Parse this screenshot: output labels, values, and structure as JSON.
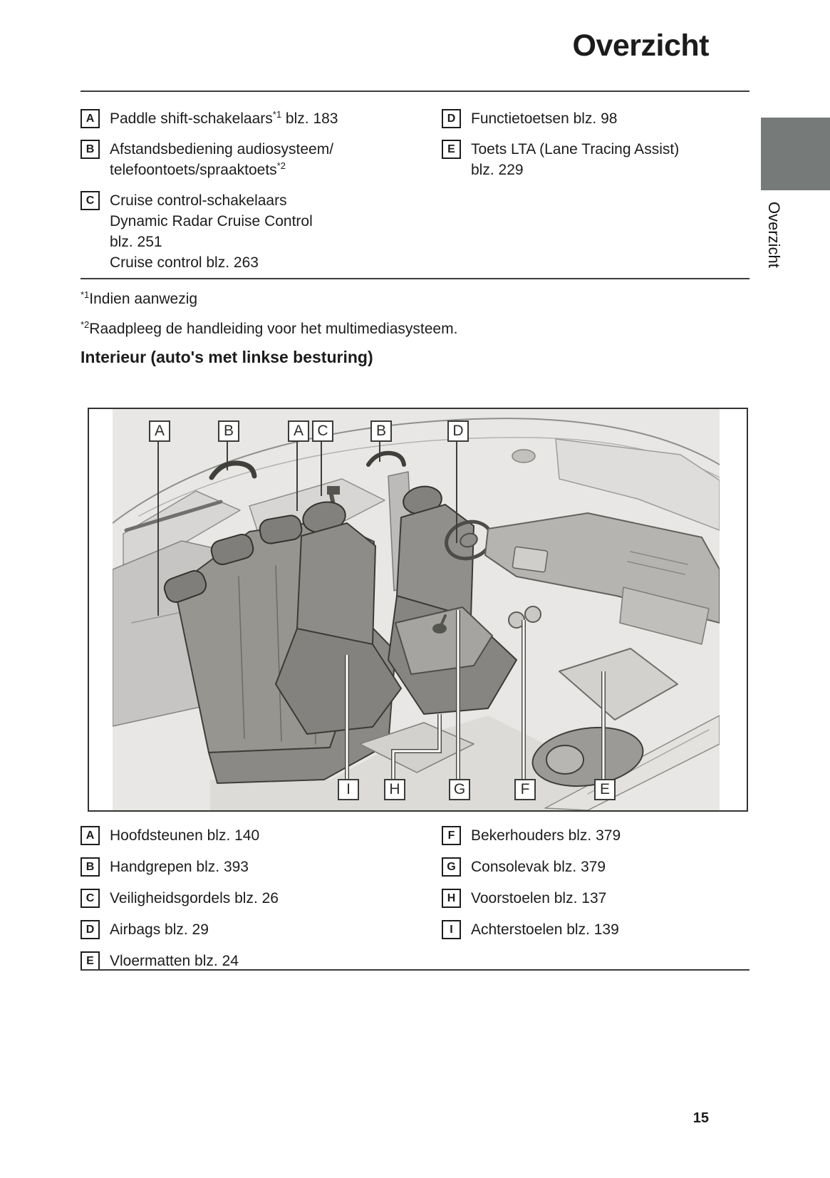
{
  "page": {
    "title": "Overzicht",
    "number": "15"
  },
  "side_tab": {
    "label": "Overzicht",
    "color": "#767a78"
  },
  "top_legend": {
    "left": [
      {
        "letter": "A",
        "lines": [
          [
            {
              "t": "Paddle shift-schakelaars"
            },
            {
              "t": "*1",
              "sup": true
            },
            {
              "t": " blz. 183"
            }
          ]
        ]
      },
      {
        "letter": "B",
        "lines": [
          [
            {
              "t": "Afstandsbediening audiosysteem/"
            }
          ],
          [
            {
              "t": "telefoontoets/spraaktoets"
            },
            {
              "t": "*2",
              "sup": true
            }
          ]
        ]
      },
      {
        "letter": "C",
        "lines": [
          [
            {
              "t": "Cruise control-schakelaars"
            }
          ],
          [
            {
              "t": "Dynamic Radar Cruise Control"
            }
          ],
          [
            {
              "t": "blz. 251"
            }
          ],
          [
            {
              "t": "Cruise control blz. 263"
            }
          ]
        ]
      }
    ],
    "right": [
      {
        "letter": "D",
        "lines": [
          [
            {
              "t": "Functietoetsen blz. 98"
            }
          ]
        ]
      },
      {
        "letter": "E",
        "lines": [
          [
            {
              "t": "Toets LTA (Lane Tracing Assist)"
            }
          ],
          [
            {
              "t": "blz. 229"
            }
          ]
        ]
      }
    ]
  },
  "footnotes": [
    {
      "sup": "*1",
      "text": "Indien aanwezig"
    },
    {
      "sup": "*2",
      "text": "Raadpleeg de handleiding voor het multimediasysteem."
    }
  ],
  "section_heading": "Interieur (auto's met linkse besturing)",
  "diagram": {
    "top_labels": [
      "A",
      "B",
      "A",
      "C",
      "B",
      "D"
    ],
    "bottom_labels": [
      "I",
      "H",
      "G",
      "F",
      "E"
    ]
  },
  "interior_legend": {
    "left": [
      {
        "letter": "A",
        "text": "Hoofdsteunen blz. 140"
      },
      {
        "letter": "B",
        "text": "Handgrepen blz. 393"
      },
      {
        "letter": "C",
        "text": "Veiligheidsgordels blz. 26"
      },
      {
        "letter": "D",
        "text": "Airbags blz. 29"
      },
      {
        "letter": "E",
        "text": "Vloermatten blz. 24"
      }
    ],
    "right": [
      {
        "letter": "F",
        "text": "Bekerhouders blz. 379"
      },
      {
        "letter": "G",
        "text": "Consolevak blz. 379"
      },
      {
        "letter": "H",
        "text": "Voorstoelen blz. 137"
      },
      {
        "letter": "I",
        "text": "Achterstoelen blz. 139"
      }
    ]
  }
}
